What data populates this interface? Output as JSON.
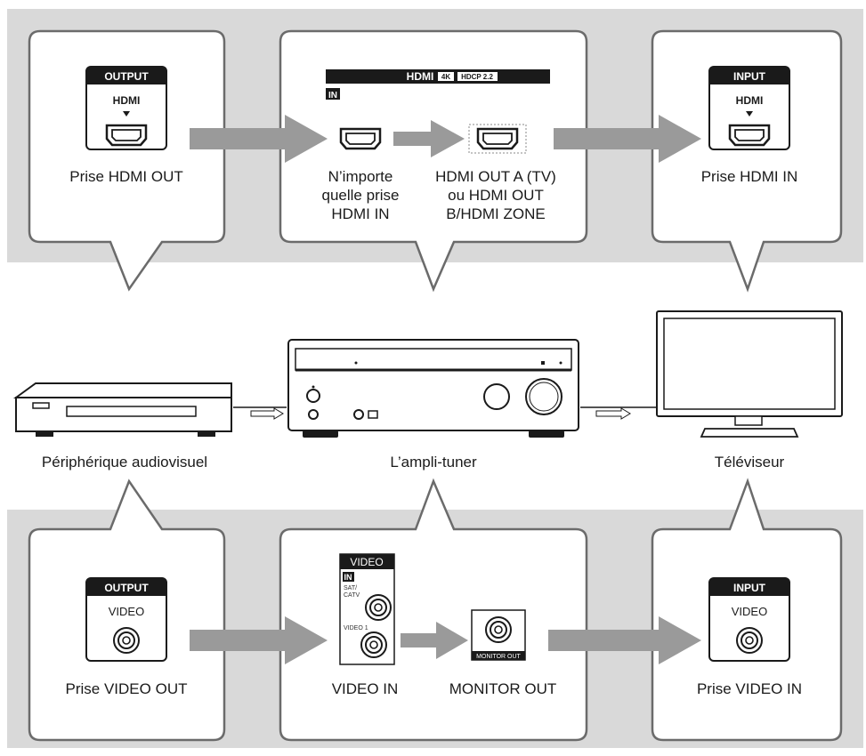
{
  "top_row": {
    "source_badge": "OUTPUT",
    "source_port": "HDMI",
    "source_label": "Prise HDMI OUT",
    "receiver_bar": "HDMI",
    "receiver_bar_4k": "4K",
    "receiver_bar_hdcp": "HDCP 2.2",
    "receiver_in_tag": "IN",
    "receiver_in_label": [
      "N’importe",
      "quelle prise",
      "HDMI IN"
    ],
    "receiver_out_label": [
      "HDMI OUT A (TV)",
      "ou HDMI OUT",
      "B/HDMI ZONE"
    ],
    "tv_badge": "INPUT",
    "tv_port": "HDMI",
    "tv_label": "Prise HDMI IN"
  },
  "devices": {
    "source": "Périphérique audiovisuel",
    "receiver": "L’ampli-tuner",
    "tv": "Téléviseur"
  },
  "bottom_row": {
    "source_badge": "OUTPUT",
    "source_port": "VIDEO",
    "source_label": "Prise VIDEO OUT",
    "receiver_panel_title": "VIDEO",
    "receiver_in_tag": "IN",
    "receiver_sat_label": [
      "SAT/",
      "CATV"
    ],
    "receiver_video1_label": "VIDEO 1",
    "receiver_in_label": "VIDEO IN",
    "receiver_monitor_tag": "MONITOR OUT",
    "receiver_out_label": "MONITOR OUT",
    "tv_badge": "INPUT",
    "tv_port": "VIDEO",
    "tv_label": "Prise VIDEO IN"
  },
  "colors": {
    "band": "#d9d9d9",
    "box_border": "#6b6b6b",
    "arrow": "#9a9a9a",
    "ink": "#1a1a1a"
  }
}
